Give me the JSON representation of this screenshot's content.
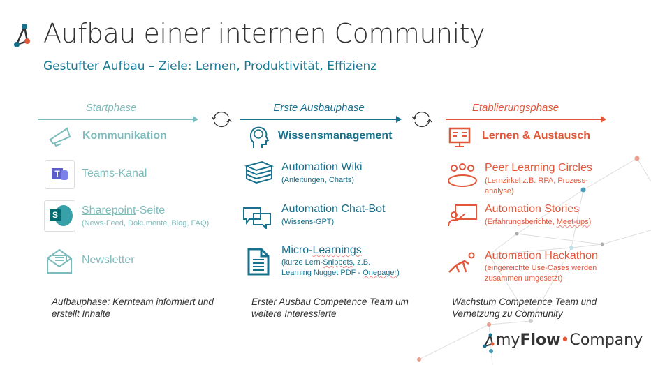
{
  "header": {
    "title": "Aufbau einer internen Community",
    "subtitle": "Gestufter Aufbau – Ziele: Lernen, Produktivität, Effizienz"
  },
  "phases": [
    {
      "label": "Startphase",
      "heading": "Kommunikation",
      "items": [
        {
          "title": "Teams-Kanal"
        },
        {
          "title_a": "Sharepoint",
          "title_b": "-Seite",
          "note": "(News-Feed, Dokumente, Blog, FAQ)"
        },
        {
          "title": "Newsletter"
        }
      ],
      "footer": "Aufbauphase: Kernteam informiert und erstellt Inhalte"
    },
    {
      "label": "Erste Ausbauphase",
      "heading": "Wissensmanagement",
      "items": [
        {
          "title": "Automation Wiki",
          "note": "(Anleitungen, Charts)"
        },
        {
          "title": "Automation Chat-Bot",
          "note": "(Wissens-GPT)"
        },
        {
          "title_a": "Micro-",
          "title_b": "Learnings",
          "note_a": "(kurze Lern-",
          "note_b": "Snippets",
          "note_c": ", z.B.",
          "note_d": "Learning Nugget PDF - ",
          "note_e": "Onepager",
          "note_f": ")"
        }
      ],
      "footer": "Erster Ausbau Competence Team um weitere Interessierte"
    },
    {
      "label": "Etablierungsphase",
      "heading": "Lernen & Austausch",
      "items": [
        {
          "title_a": "Peer Learning ",
          "title_b": "Circles",
          "note": "(Lernzirkel z.B. RPA, Prozess-analyse)"
        },
        {
          "title": "Automation Stories",
          "note_a": "(Erfahrungsberichte, ",
          "note_b": "Meet-ups",
          "note_c": ")"
        },
        {
          "title": "Automation Hackathon",
          "note": "(eingereichte Use-Cases werden zusammen umgesetzt)"
        }
      ],
      "footer": "Wachstum Competence Team und Vernetzung zu Community"
    }
  ],
  "logo": {
    "text_a": "my",
    "text_b": "Flow",
    "text_c": "•",
    "text_d": "Company"
  },
  "colors": {
    "start": "#7dbcbc",
    "middle": "#17708c",
    "end": "#e0573a"
  }
}
